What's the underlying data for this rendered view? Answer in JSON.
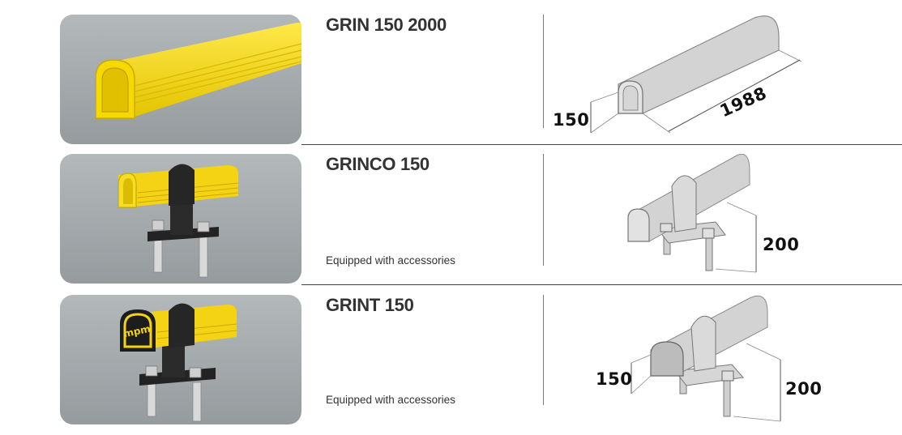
{
  "products": [
    {
      "title": "GRIN 150 2000",
      "note": "",
      "dimensions": {
        "height": "150",
        "length": "1988"
      }
    },
    {
      "title": "GRINCO 150",
      "note": "Equipped with accessories",
      "dimensions": {
        "height": "200"
      }
    },
    {
      "title": "GRINT 150",
      "note": "Equipped with accessories",
      "dimensions": {
        "width": "150",
        "height": "200"
      }
    }
  ],
  "colors": {
    "product_yellow": "#f2d512",
    "photo_bg": "#a6abae",
    "drawing_grey": "#cfcfcf",
    "bracket_dark": "#2a2a2a"
  },
  "logo_text": "mpm"
}
